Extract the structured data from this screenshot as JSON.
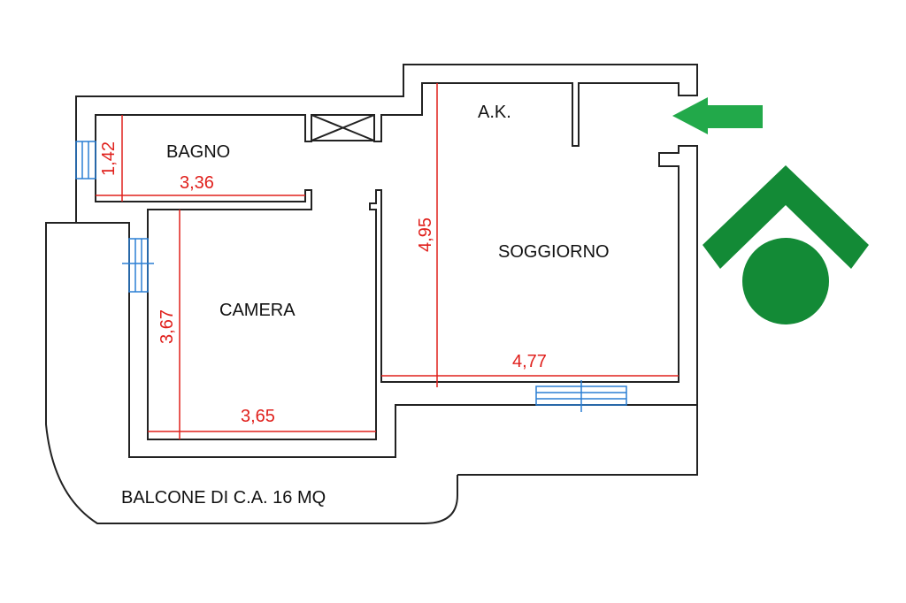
{
  "rooms": {
    "bagno": "BAGNO",
    "ak": "A.K.",
    "soggiorno": "SOGGIORNO",
    "camera": "CAMERA",
    "balcone": "BALCONE DI C.A. 16 MQ"
  },
  "dimensions": {
    "bagno_height": "1,42",
    "bagno_width": "3,36",
    "soggiorno_height": "4,95",
    "soggiorno_width": "4,77",
    "camera_height": "3,67",
    "camera_width": "3,65"
  },
  "colors": {
    "wall": "#222222",
    "dimension": "#e0201c",
    "window": "#2a7fd4",
    "arrow": "#22a94a",
    "logo": "#138a36"
  }
}
